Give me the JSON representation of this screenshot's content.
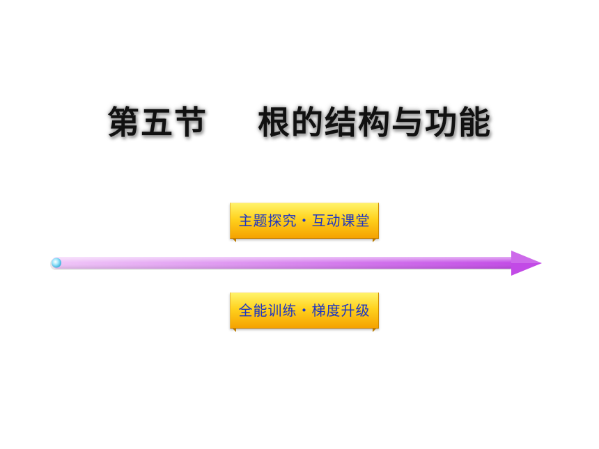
{
  "slide": {
    "title": "第五节    根的结构与功能",
    "buttons": [
      {
        "label": "主题探究・互动课堂"
      },
      {
        "label": "全能训练・梯度升级"
      }
    ]
  },
  "colors": {
    "button_text": "#1c34c4",
    "button_gradient_top": "#fff36a",
    "button_gradient_bottom": "#f5a200",
    "arrow_start": "#f0c6f8",
    "arrow_end": "#c24ae6",
    "arrow_knob": "#7fd6f2"
  },
  "icons": {
    "arrow": "right-arrow-icon",
    "knob": "circle-knob-icon"
  }
}
